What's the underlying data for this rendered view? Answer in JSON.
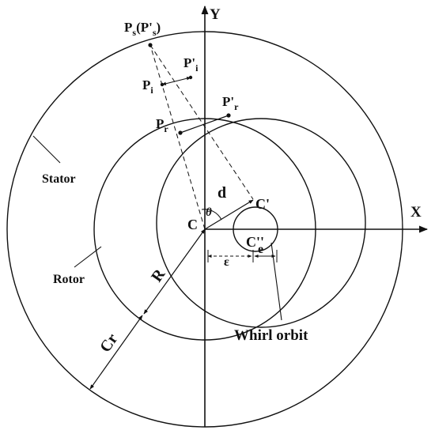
{
  "labels": {
    "y_axis": "Y",
    "x_axis": "X",
    "ps_main": "P",
    "ps_sub": "s",
    "ps_paren_open": "(P'",
    "ps_paren_sub": "s",
    "ps_paren_close": ")",
    "pi_prime_main": "P'",
    "pi_prime_sub": "i",
    "pi_main": "P",
    "pi_sub": "i",
    "pr_prime_main": "P'",
    "pr_prime_sub": "r",
    "pr_main": "P",
    "pr_sub": "r",
    "stator": "Stator",
    "rotor": "Rotor",
    "d": "d",
    "theta": "θ",
    "c": "C",
    "c_prime": "C'",
    "c_double_prime": "C''",
    "epsilon": "ε",
    "e": "e",
    "r_big": "R",
    "cr": "Cr",
    "whirl_orbit": "Whirl orbit"
  },
  "colors": {
    "stroke": "#111111",
    "background": "#ffffff"
  }
}
